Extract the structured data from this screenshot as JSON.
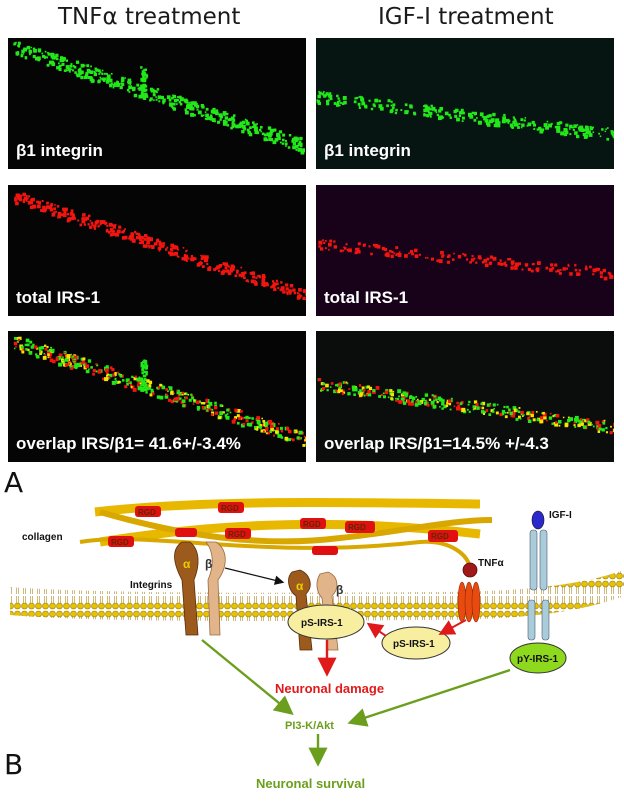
{
  "panel_a": {
    "section_label": "A",
    "columns": [
      {
        "title": "TNFα treatment"
      },
      {
        "title": "IGF-I treatment"
      }
    ],
    "panels": [
      {
        "label": "β1 integrin",
        "channel": "green",
        "background": "#050505"
      },
      {
        "label": "β1 integrin",
        "channel": "green",
        "background": "#071512"
      },
      {
        "label": "total IRS-1",
        "channel": "red",
        "background": "#050505"
      },
      {
        "label": "total IRS-1",
        "channel": "red",
        "background": "#17021a"
      },
      {
        "label": "overlap IRS/β1= 41.6+/-3.4%",
        "channel": "merge",
        "background": "#050505"
      },
      {
        "label": "overlap IRS/β1=14.5% +/-4.3",
        "channel": "merge",
        "background": "#0a0d0c"
      }
    ],
    "colors": {
      "green": "#22e81a",
      "red": "#f2150f",
      "yellow": "#f5e400"
    }
  },
  "panel_b": {
    "section_label": "B",
    "labels": {
      "collagen": "collagen",
      "rgd": "RGD",
      "integrins": "Integrins",
      "alpha": "α",
      "beta": "β",
      "tnf": "TNFα",
      "igf": "IGF-I",
      "ps_irs_bound": "pS-IRS-1",
      "ps_irs_free": "pS-IRS-1",
      "py_irs": "pY-IRS-1",
      "damage": "Neuronal damage",
      "pi3k": "PI3-K/Akt",
      "survival": "Neuronal survival"
    },
    "colors": {
      "collagen": "#e8b800",
      "rgd": "#e01010",
      "membrane_head": "#e6c200",
      "alpha_subunit": "#9c5a1c",
      "beta_subunit": "#e2b48a",
      "tnf_receptor": "#e84a10",
      "igf_receptor": "#a8ccd8",
      "igf_ligand": "#2a2acc",
      "irs_yellow": "#f7eea0",
      "irs_green": "#8ed81e",
      "arrow_green": "#6c9e1e",
      "arrow_red": "#e01a1a",
      "text_green": "#6c9e1e",
      "text_red": "#e01a1a"
    }
  }
}
